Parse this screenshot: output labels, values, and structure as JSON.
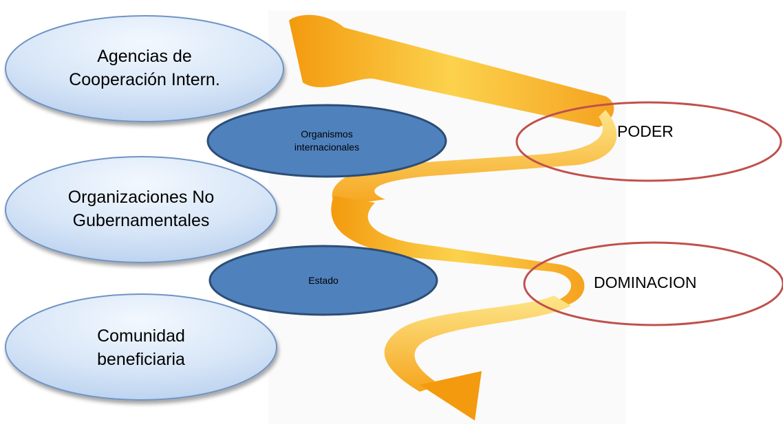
{
  "diagram": {
    "left_nodes": [
      {
        "id": "agencias",
        "text": "Agencias de\nCooperación Intern."
      },
      {
        "id": "ong",
        "text": "Organizaciones No\nGubernamentales"
      },
      {
        "id": "comunidad",
        "text": "Comunidad\nbeneficiaria"
      }
    ],
    "middle_nodes": [
      {
        "id": "organismos",
        "text": "Organismos\ninternacionales"
      },
      {
        "id": "estado",
        "text": "Estado"
      }
    ],
    "right_nodes": [
      {
        "id": "poder",
        "text": "PODER"
      },
      {
        "id": "dominacion",
        "text": "DOMINACION"
      }
    ],
    "colors": {
      "light_oval_fill": "#dbe8f8",
      "light_oval_stroke": "#6f93c4",
      "dark_oval_fill": "#4f81bd",
      "dark_oval_stroke": "#2c4d75",
      "red_oval_stroke": "#c0504d",
      "spiral_main": "#f7a21a",
      "spiral_light": "#fde27a"
    }
  }
}
